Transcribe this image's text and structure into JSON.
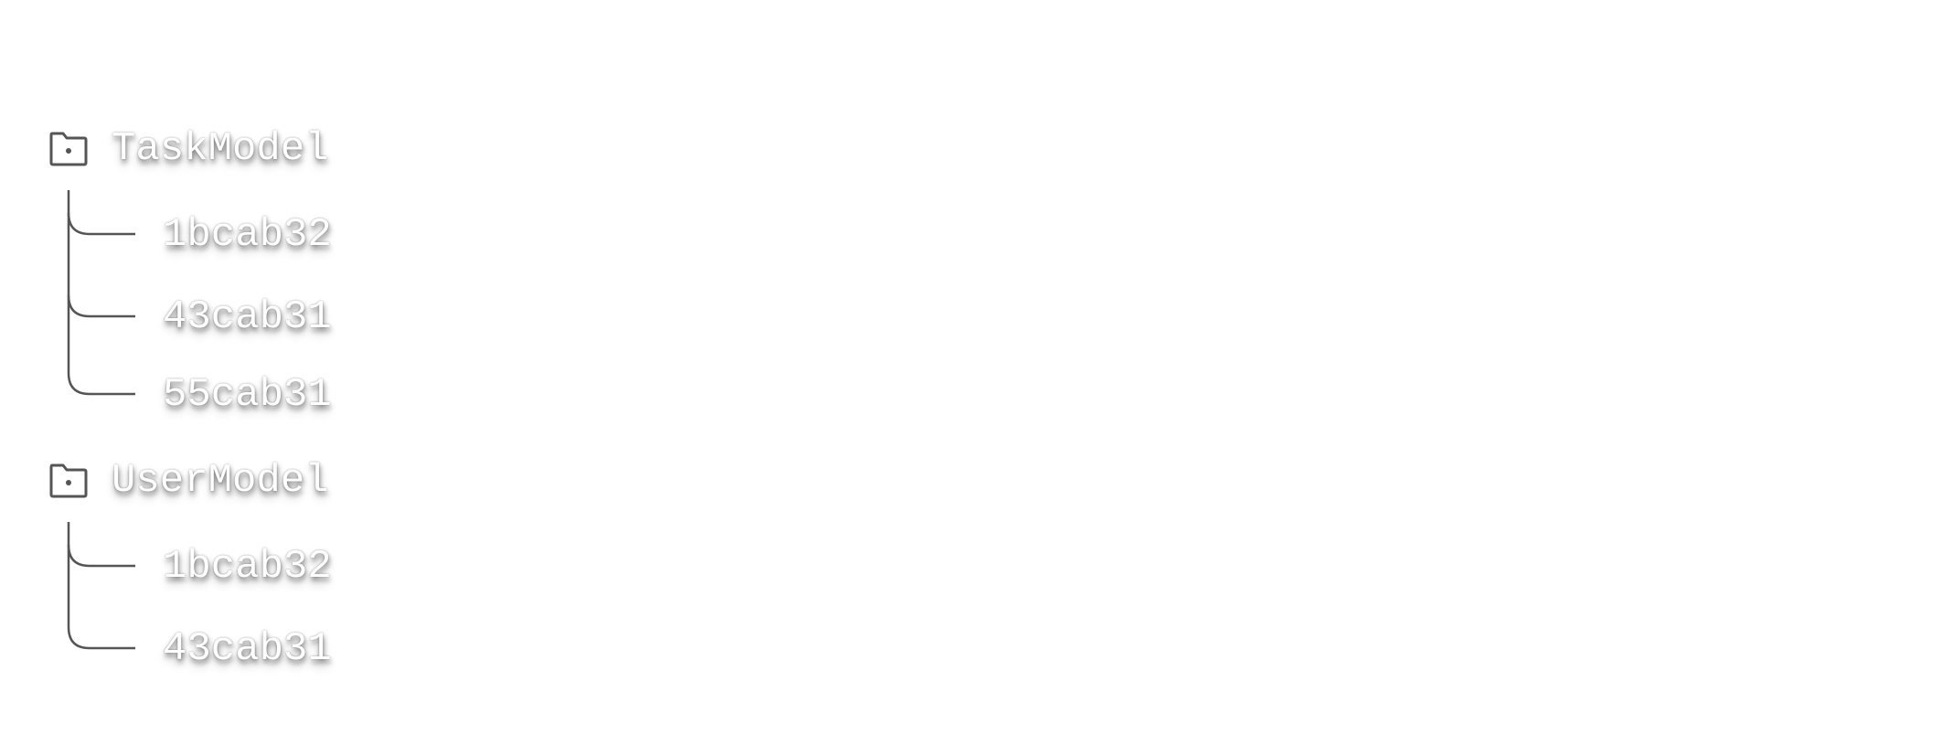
{
  "colors": {
    "background": "#ffffff",
    "tree_line": "#555555",
    "icon_stroke": "#555555",
    "label_text": "#ffffff"
  },
  "tree": {
    "groups": [
      {
        "icon": "folder-icon",
        "label": "TaskModel",
        "items": [
          {
            "label": "1bcab32"
          },
          {
            "label": "43cab31"
          },
          {
            "label": "55cab31"
          }
        ]
      },
      {
        "icon": "folder-icon",
        "label": "UserModel",
        "items": [
          {
            "label": "1bcab32"
          },
          {
            "label": "43cab31"
          }
        ]
      }
    ]
  }
}
